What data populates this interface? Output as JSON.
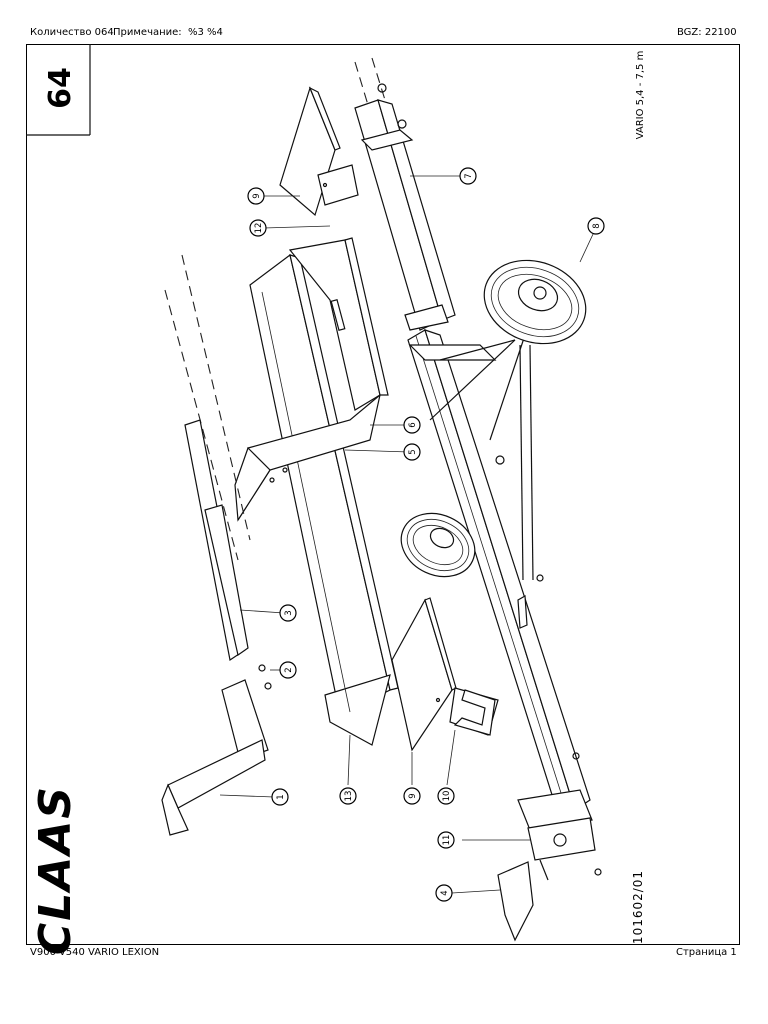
{
  "header": {
    "quantity": "Количество 064",
    "note": "Примечание:  %3 %4",
    "code": "BGZ: 22100"
  },
  "footer": {
    "model": "V900-V540 VARIO LEXION",
    "page": "Страница 1"
  },
  "drawing": {
    "page_number": "64",
    "variant": "VARIO 5,4 - 7,5 m",
    "drawing_number": "101602/01",
    "brand": "CLAAS"
  },
  "callouts": [
    "1",
    "2",
    "3",
    "4",
    "5",
    "6",
    "7",
    "8",
    "9",
    "9",
    "10",
    "11",
    "12",
    "13"
  ]
}
